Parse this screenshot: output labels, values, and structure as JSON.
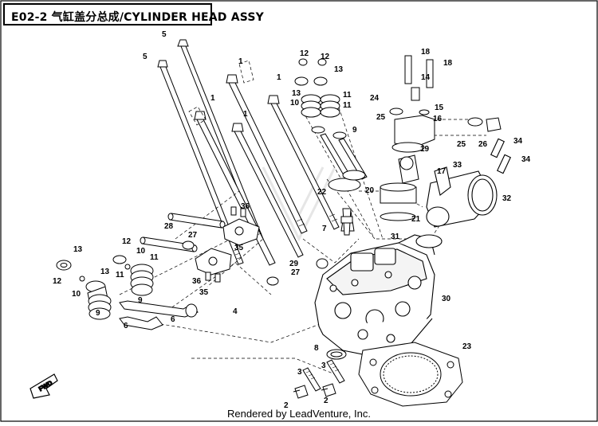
{
  "header": {
    "title": "E02-2 气缸盖分总成/CYLINDER HEAD ASSY"
  },
  "footer": {
    "text": "Rendered by LeadVenture, Inc."
  },
  "fwd_label": "FWD",
  "callouts": [
    "1",
    "2",
    "3",
    "4",
    "5",
    "6",
    "7",
    "8",
    "9",
    "10",
    "11",
    "12",
    "13",
    "14",
    "15",
    "16",
    "17",
    "18",
    "19",
    "20",
    "21",
    "22",
    "23",
    "24",
    "25",
    "26",
    "27",
    "28",
    "29",
    "30",
    "31",
    "32",
    "33",
    "34",
    "35",
    "36"
  ],
  "colors": {
    "ink": "#000000",
    "background": "#ffffff",
    "watermark": "#e6e6e6"
  }
}
